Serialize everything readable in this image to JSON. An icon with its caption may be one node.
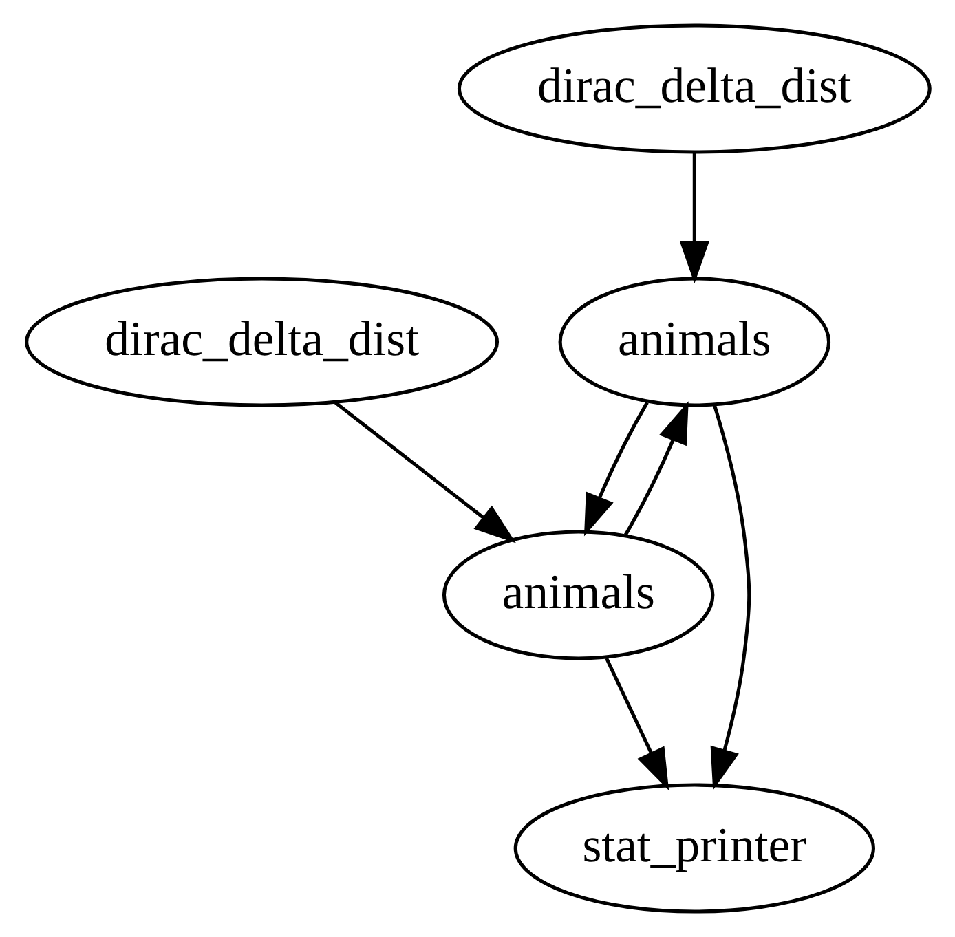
{
  "diagram": {
    "nodes": [
      {
        "text": [
          "dirac_delta_dist"
        ]
      },
      {
        "text": [
          "dirac_delta_dist"
        ]
      },
      {
        "text": [
          "animals"
        ]
      },
      {
        "text": [
          "animals"
        ]
      },
      {
        "text": [
          "stat_printer"
        ]
      }
    ],
    "edges": [
      {
        "from": 0,
        "to": 2,
        "arrow": "to"
      },
      {
        "from": 1,
        "to": 3,
        "arrow": "to"
      },
      {
        "from": 2,
        "to": 3,
        "arrow": "to"
      },
      {
        "from": 3,
        "to": 2,
        "arrow": "to"
      },
      {
        "from": 2,
        "to": 4,
        "arrow": "to"
      },
      {
        "from": 3,
        "to": 4,
        "arrow": "to"
      }
    ]
  }
}
